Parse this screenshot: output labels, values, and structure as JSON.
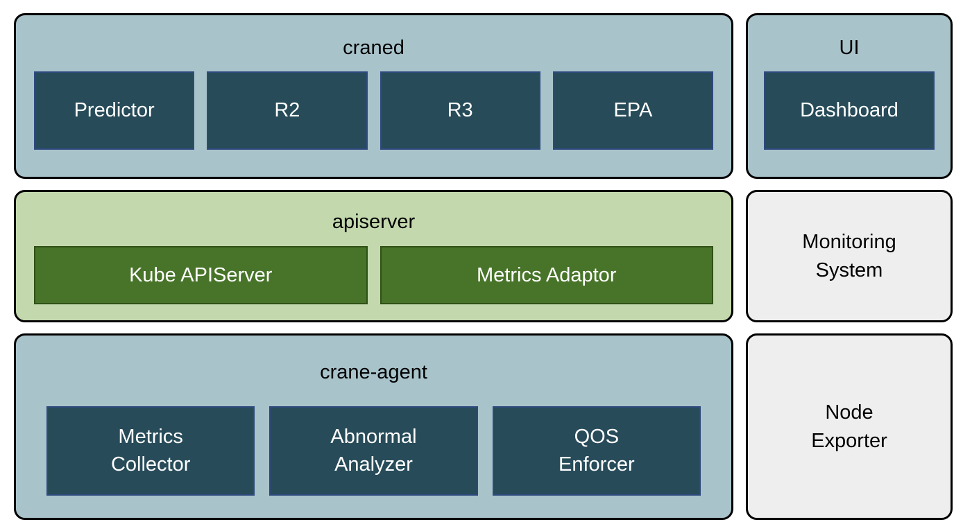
{
  "colors": {
    "teal_container_bg": "#a9c3cb",
    "teal_node_bg": "#274b59",
    "teal_node_border": "#2e4a7e",
    "green_container_bg": "#c3d9ad",
    "green_node_bg": "#487429",
    "green_node_border": "#2f5016",
    "plain_container_bg": "#eeeeee",
    "container_border": "#000000",
    "node_text": "#ffffff",
    "title_text": "#000000"
  },
  "craned": {
    "title": "craned",
    "items": [
      "Predictor",
      "R2",
      "R3",
      "EPA"
    ]
  },
  "ui": {
    "title": "UI",
    "items": [
      "Dashboard"
    ]
  },
  "apiserver": {
    "title": "apiserver",
    "items": [
      "Kube APIServer",
      "Metrics Adaptor"
    ]
  },
  "monitoring": {
    "label": "Monitoring System"
  },
  "crane_agent": {
    "title": "crane-agent",
    "items": [
      "Metrics Collector",
      "Abnormal Analyzer",
      "QOS Enforcer"
    ]
  },
  "node_exporter": {
    "label": "Node Exporter"
  }
}
